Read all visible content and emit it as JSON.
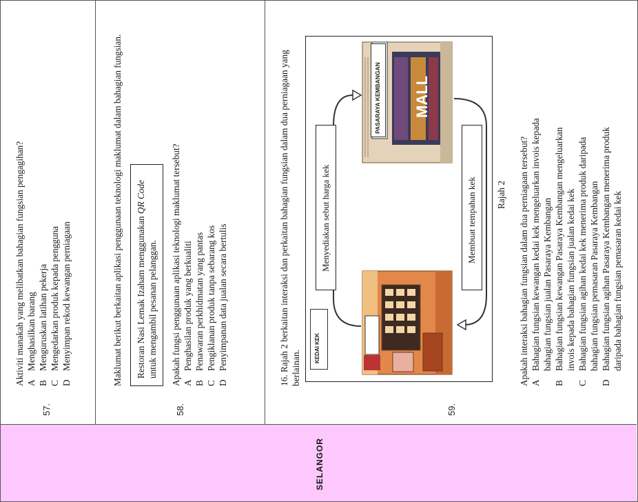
{
  "state": "SELANGOR",
  "questions": [
    {
      "number": "57.",
      "stem": "Aktiviti manakah yang melibatkan bahagian fungsian pengagihan?",
      "options": [
        {
          "letter": "A",
          "text": "Menghasilkan barang"
        },
        {
          "letter": "B",
          "text": "Menguruskan latihan pekerja"
        },
        {
          "letter": "C",
          "text": "Mengedarkan produk kepada pengguna"
        },
        {
          "letter": "D",
          "text": "Menyimpan rekod kewangan perniagaan"
        }
      ]
    },
    {
      "number": "58.",
      "intro": "Maklumat berikut berkaitan aplikasi penggunaan teknologi maklumat dalam bahagian fungsian.",
      "info_box_before": "Restoran Nasi Lemak Izaham menggunakan ",
      "info_box_em": "QR Code",
      "info_box_after": " untuk mengambil pesanan pelanggan.",
      "stem": "Apakah fungsi penggunaan aplikasi teknologi maklumat tersebut?",
      "options": [
        {
          "letter": "A",
          "text": "Penghasilan produk yang berkualiti"
        },
        {
          "letter": "B",
          "text": "Penawaran perkhidmatan yang pantas"
        },
        {
          "letter": "C",
          "text": "Pengiklanan produk tanpa sebarang kos"
        },
        {
          "letter": "D",
          "text": "Penyimpanan data jualan secara bertulis"
        }
      ]
    },
    {
      "number": "59.",
      "intro": "16. Rajah 2 berkaitan interaksi dan perkaitan bahagian fungsian dalam dua perniagaan yang berlainan.",
      "diagram": {
        "shop_left_sign": "KEDAI KEK",
        "shop_right_sign": "PASARAYA KEMBANGAN",
        "mall_text": "MALL",
        "arrow_top_label": "Menyediakan sebut harga kek",
        "arrow_bottom_label": "Membuat tempahan kek",
        "caption": "Rajah 2"
      },
      "stem": "Apakah interaksi bahagian fungsian dalam dua perniagaan tersebut?",
      "options": [
        {
          "letter": "A",
          "text": "Bahagian fungsian kewangan kedai kek mengeluarkan invois kepada bahagian fungsian jualan Pasaraya Kembangan"
        },
        {
          "letter": "B",
          "text": "Bahagian fungsian kewangan Pasaraya Kembangan mengeluarkan invois kepada bahagian fungsian jualan kedai kek"
        },
        {
          "letter": "C",
          "text": "Bahagian fungsian agihan kedai kek menerima produk daripada bahagian fungsian pemasaran Pasaraya Kembangan"
        },
        {
          "letter": "D",
          "text": "Bahagian fungsian agihan Pasaraya Kembangan menerima produk daripada bahagian fungsian pemasaran kedai kek"
        }
      ]
    }
  ],
  "colors": {
    "state_band": "#fdc8fd",
    "border": "#555555"
  }
}
